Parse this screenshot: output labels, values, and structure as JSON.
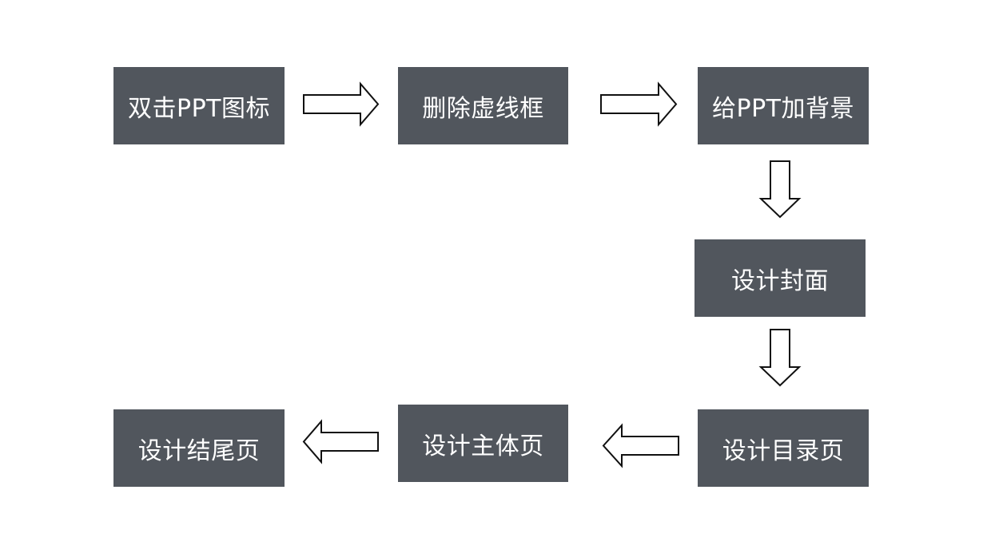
{
  "diagram": {
    "colors": {
      "box_fill": "#51565d",
      "box_text": "#ffffff",
      "arrow_fill": "#ffffff",
      "arrow_stroke": "#111111"
    },
    "steps": [
      {
        "label": "双击PPT图标"
      },
      {
        "label": "删除虚线框"
      },
      {
        "label": "给PPT加背景"
      },
      {
        "label": "设计封面"
      },
      {
        "label": "设计目录页"
      },
      {
        "label": "设计主体页"
      },
      {
        "label": "设计结尾页"
      }
    ],
    "connectors": [
      {
        "from": "双击PPT图标",
        "to": "删除虚线框",
        "direction": "right"
      },
      {
        "from": "删除虚线框",
        "to": "给PPT加背景",
        "direction": "right"
      },
      {
        "from": "给PPT加背景",
        "to": "设计封面",
        "direction": "down"
      },
      {
        "from": "设计封面",
        "to": "设计目录页",
        "direction": "down"
      },
      {
        "from": "设计目录页",
        "to": "设计主体页",
        "direction": "left"
      },
      {
        "from": "设计主体页",
        "to": "设计结尾页",
        "direction": "left"
      }
    ]
  }
}
